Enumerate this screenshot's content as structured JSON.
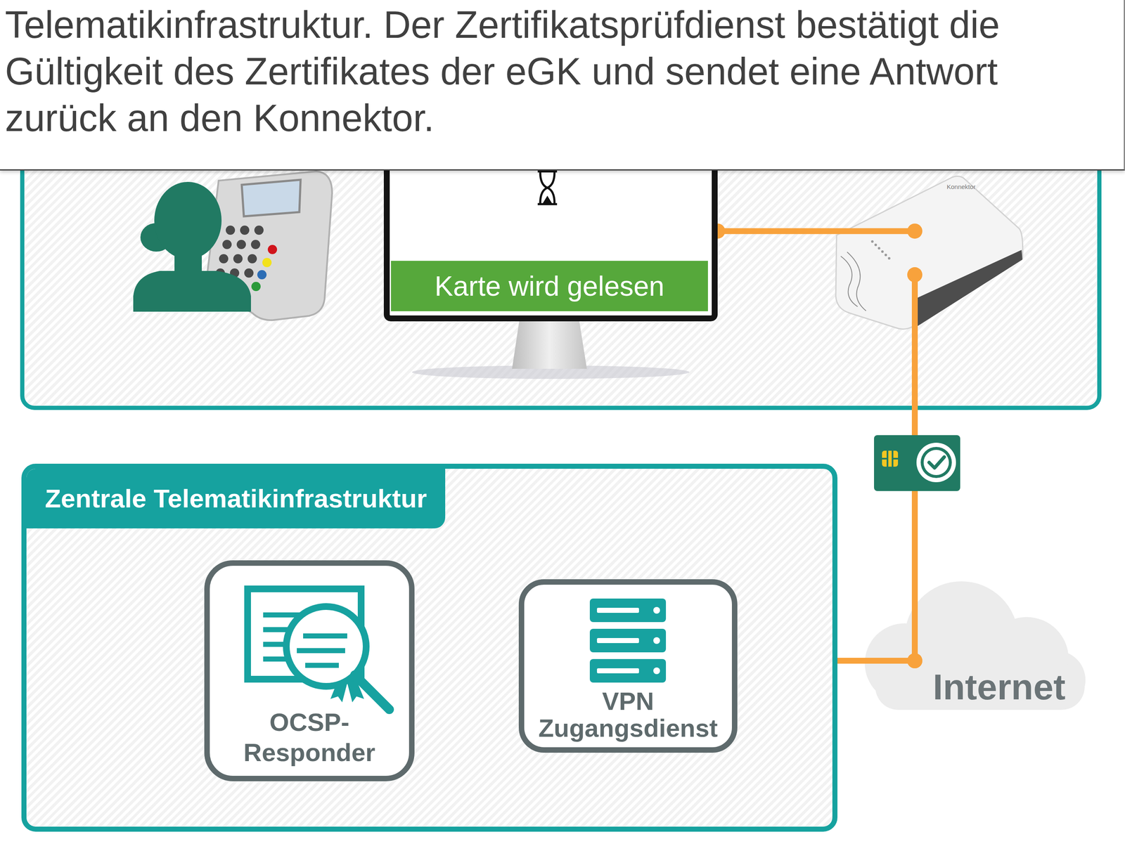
{
  "diagram": {
    "nodes": [
      {
        "text": [
          "Karte wird gelesen"
        ]
      },
      {
        "text": [
          "Konnektor"
        ]
      },
      {
        "text": [
          "Zentrale Telematikinfrastruktur"
        ]
      },
      {
        "text": [
          "OCSP- Responder"
        ],
        "in": 2
      },
      {
        "text": [
          "VPN Zugangsdienst"
        ],
        "in": 2
      },
      {
        "text": [
          "Internet"
        ]
      }
    ],
    "edges": [
      {
        "from": 0,
        "to": 1,
        "arrow": "none"
      },
      {
        "from": 1,
        "to": 5,
        "arrow": "none"
      },
      {
        "from": 5,
        "to": 4,
        "arrow": "none"
      },
      {
        "from": 4,
        "to": 3,
        "arrow": "none"
      }
    ],
    "labels": [
      "Telematikinfrastruktur. Der Zertifikatsprüfdienst bestätigt die Gültigkeit des Zertifikates der eGK und sendet eine Antwort zurück an den Konnektor."
    ]
  }
}
